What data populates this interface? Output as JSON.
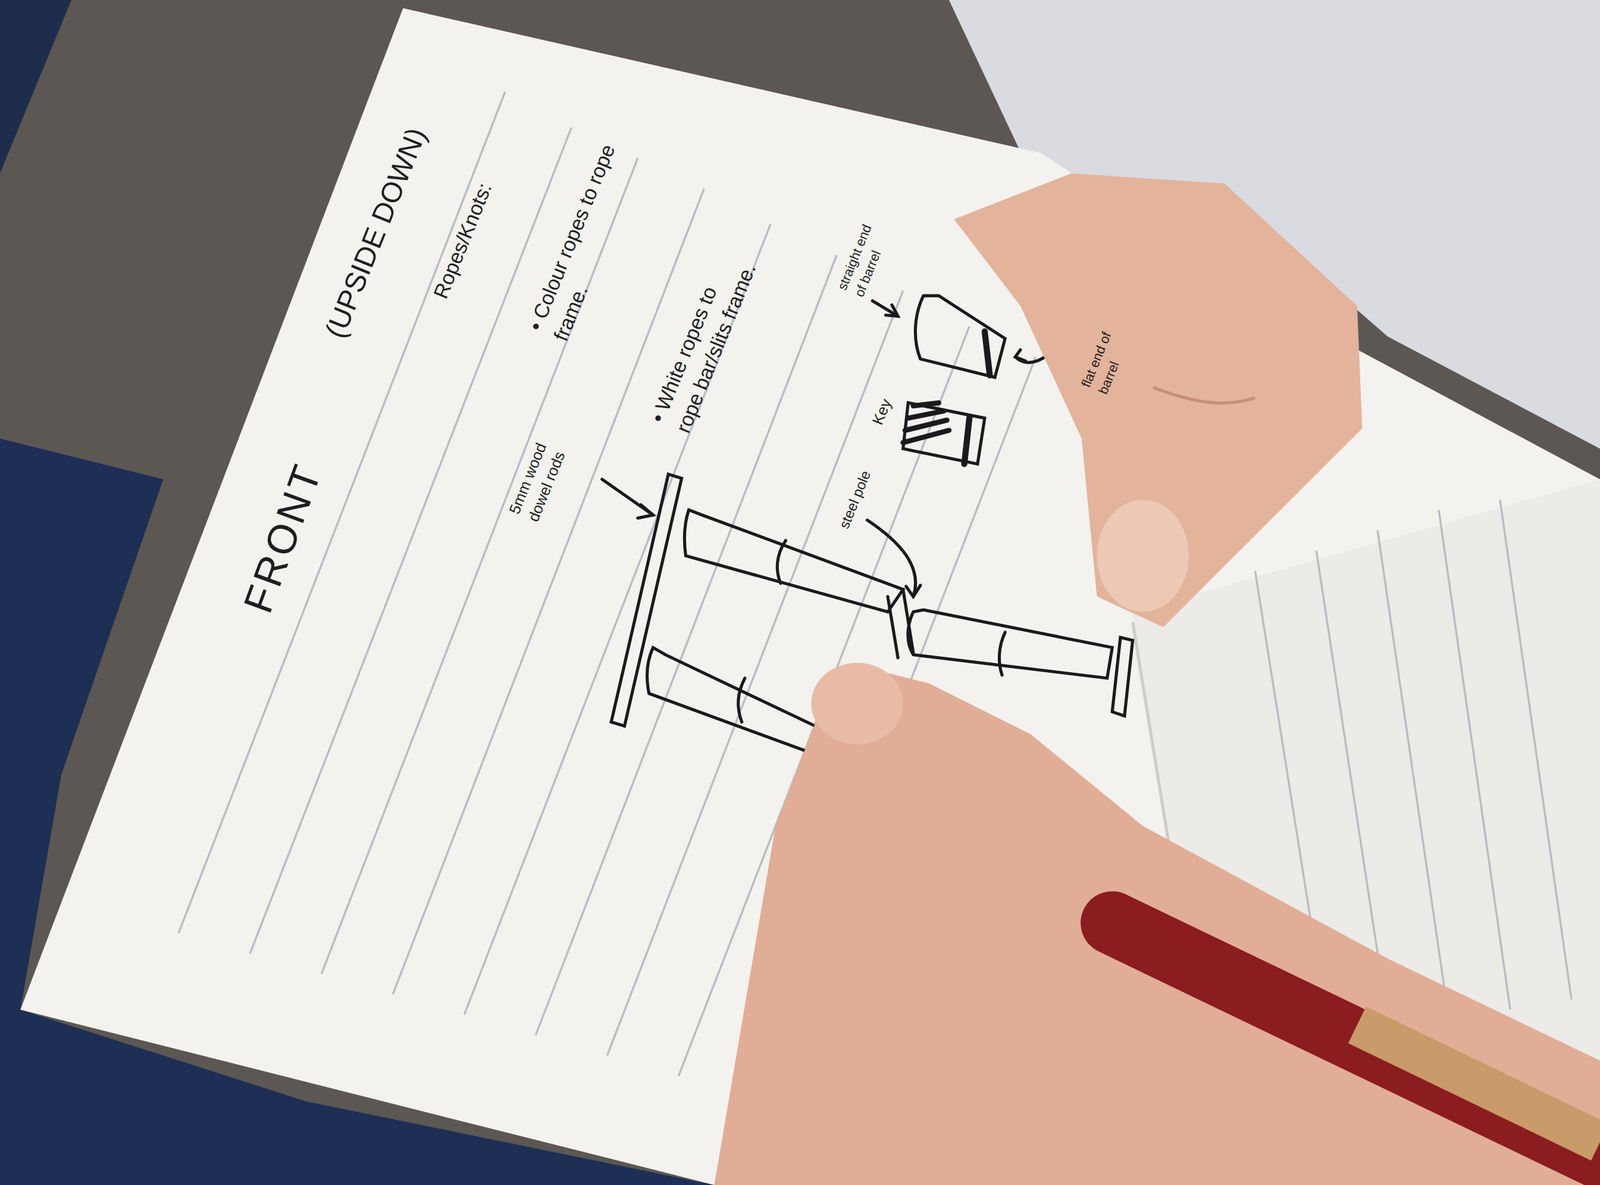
{
  "diagram": {
    "title": "FRONT",
    "labels": [
      "(UPSIDE DOWN)",
      "Ropes/Knots:",
      "• Colour ropes to rope frame.",
      "• White ropes to rope bar/slits frame.",
      "5mm wood dowel rods",
      "steel pole",
      "Key",
      "straight end of barrel",
      "flat end of barrel"
    ]
  }
}
